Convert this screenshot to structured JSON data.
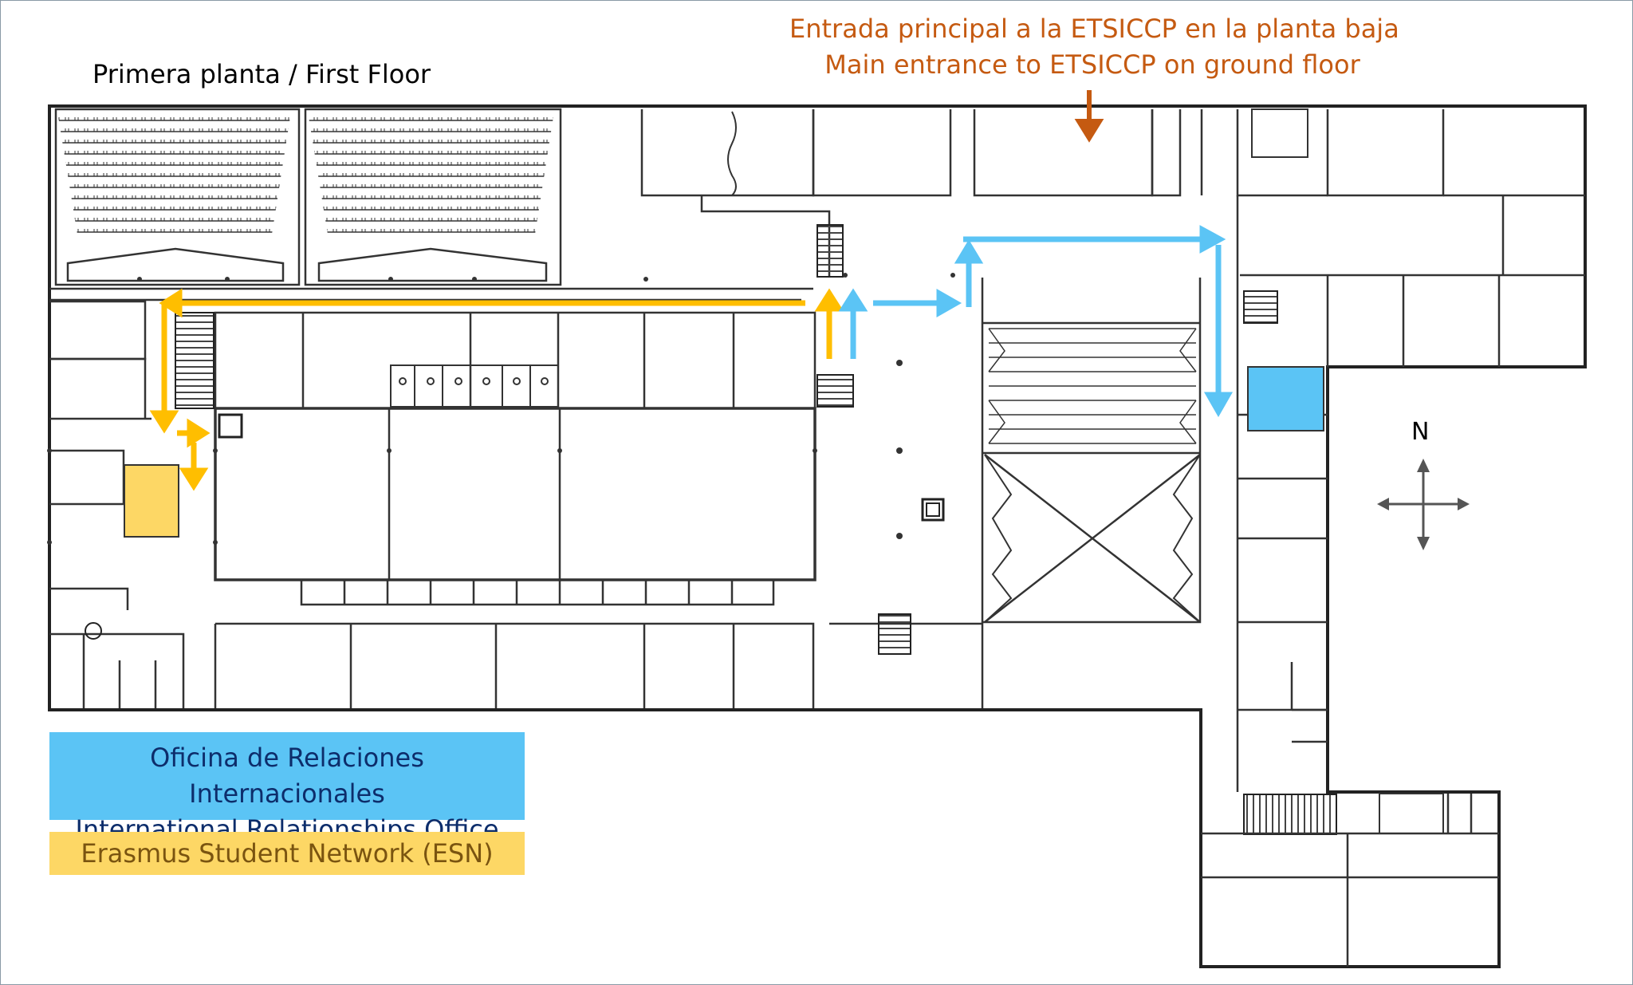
{
  "map": {
    "floor_title": "Primera planta / First Floor",
    "entrance": {
      "line1": "Entrada principal a la ETSICCP en la planta baja",
      "line2": "Main entrance to ETSICCP on ground floor",
      "color": "#c55a11"
    },
    "compass": {
      "label": "N"
    }
  },
  "legend": {
    "iro": {
      "line1": "Oficina de Relaciones Internacionales",
      "line2": "International Relationships Office",
      "color": "#5bc4f5",
      "text_color": "#0d2d6b"
    },
    "esn": {
      "label": "Erasmus Student Network (ESN)",
      "color": "#fdd765",
      "text_color": "#7a5410"
    }
  },
  "routes": {
    "esn_route_color": "#ffbe00",
    "iro_route_color": "#5bc4f5"
  }
}
